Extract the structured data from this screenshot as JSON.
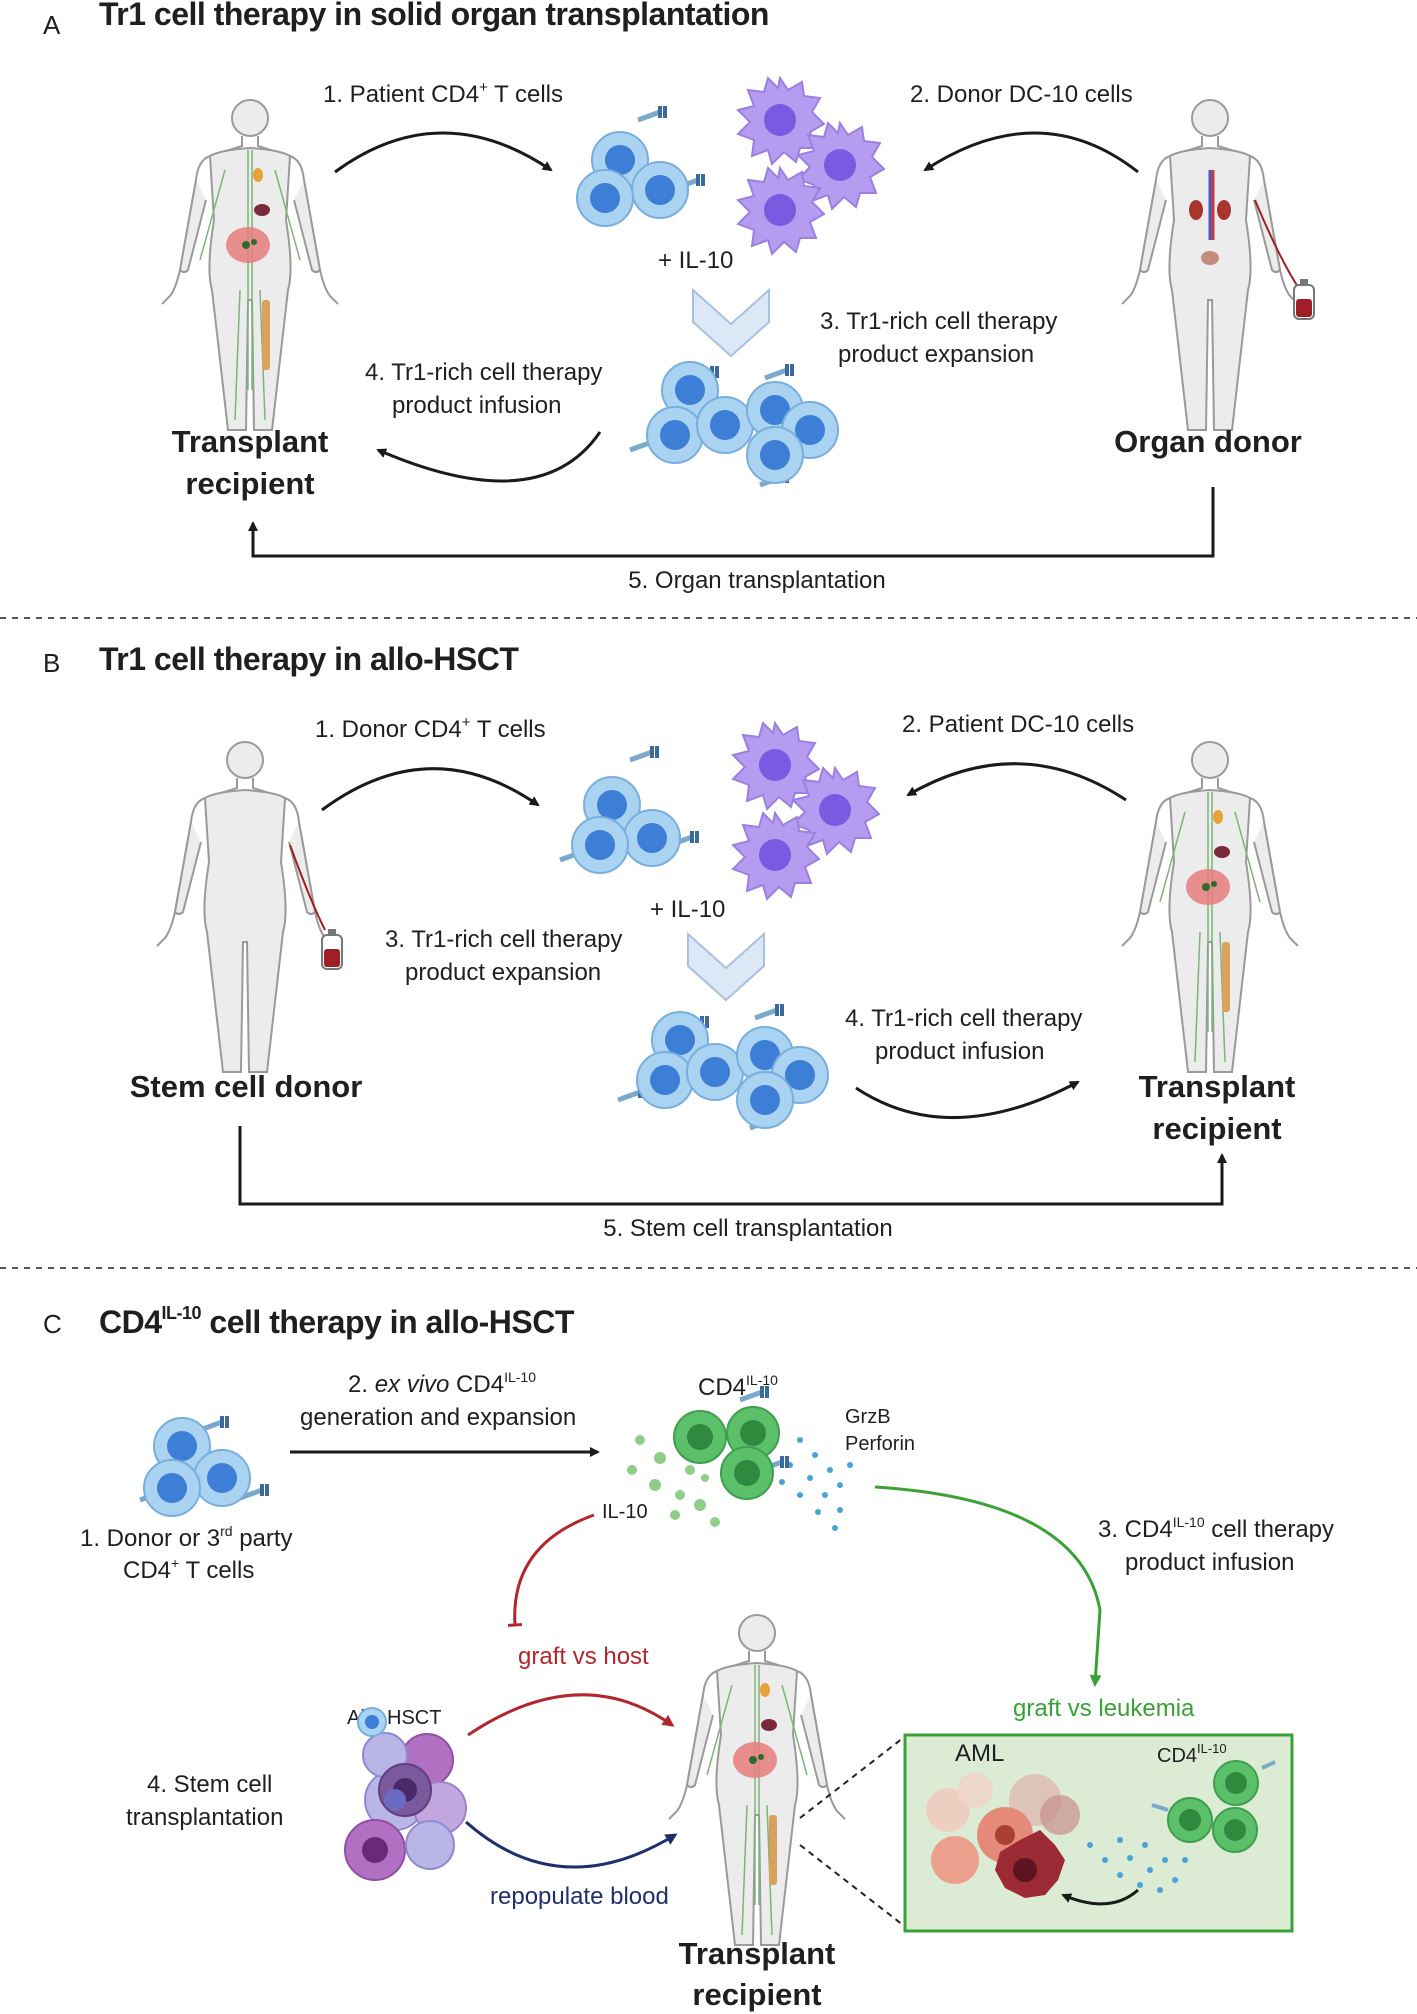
{
  "panel_a": {
    "letter": "A",
    "title": "Tr1 cell therapy in solid organ transplantation",
    "step1_prefix": "1. Patient CD4",
    "step1_sup": "+",
    "step1_suffix": " T cells",
    "step2": "2. Donor DC-10 cells",
    "il10": "+ IL-10",
    "step3_line1": "3. Tr1-rich cell therapy",
    "step3_line2": "product expansion",
    "step4_line1": "4. Tr1-rich cell therapy",
    "step4_line2": "product infusion",
    "recipient_line1": "Transplant",
    "recipient_line2": "recipient",
    "donor": "Organ donor",
    "step5": "5. Organ transplantation"
  },
  "panel_b": {
    "letter": "B",
    "title": "Tr1 cell therapy in allo-HSCT",
    "step1_prefix": "1. Donor CD4",
    "step1_sup": "+",
    "step1_suffix": " T cells",
    "step2": "2. Patient DC-10 cells",
    "il10": "+ IL-10",
    "step3_line1": "3. Tr1-rich cell therapy",
    "step3_line2": "product expansion",
    "step4_line1": "4. Tr1-rich cell therapy",
    "step4_line2": "product infusion",
    "donor": "Stem cell donor",
    "recipient_line1": "Transplant",
    "recipient_line2": "recipient",
    "step5": "5. Stem cell transplantation"
  },
  "panel_c": {
    "letter": "C",
    "title_prefix": "CD4",
    "title_sup": "IL-10",
    "title_suffix": " cell therapy in allo-HSCT",
    "step1_line1_prefix": "1. Donor or 3",
    "step1_line1_sup": "rd",
    "step1_line1_suffix": " party",
    "step1_line2_prefix": "CD4",
    "step1_line2_sup": "+",
    "step1_line2_suffix": " T cells",
    "step2_line1_num": "2. ",
    "step2_line1_italic": "ex vivo",
    "step2_line1_cd4": " CD4",
    "step2_line1_sup": "IL-10",
    "step2_line2": "generation and expansion",
    "cd4_label": "CD4",
    "cd4_sup": "IL-10",
    "grzb": "GrzB",
    "perforin": "Perforin",
    "il10": "IL-10",
    "step3_line1_prefix": "3. CD4",
    "step3_line1_sup": "IL-10",
    "step3_line1_suffix": " cell therapy",
    "step3_line2": "product infusion",
    "graft_vs_host": "graft vs host",
    "graft_vs_leukemia": "graft vs leukemia",
    "allo_hsct": "Allo-HSCT",
    "step4_line1": "4. Stem cell",
    "step4_line2": "transplantation",
    "repopulate": "repopulate blood",
    "aml": "AML",
    "inset_cd4": "CD4",
    "inset_cd4_sup": "IL-10",
    "recipient_line1": "Transplant",
    "recipient_line2": "recipient"
  },
  "colors": {
    "tcell_fill": "#a9d3f0",
    "tcell_nucleus": "#3d7fd6",
    "dc_fill": "#b59cf0",
    "dc_nucleus": "#7a5ae0",
    "green_cell": "#5cbf6a",
    "green_nucleus": "#2f8a3f",
    "red_arrow": "#b3262c",
    "green_arrow": "#3aa136",
    "navy_arrow": "#1f2f6b",
    "inset_bg": "#dcebd3",
    "inset_border": "#3aa136"
  },
  "icons": [
    "human-body-icon",
    "t-cell-icon",
    "dendritic-cell-icon",
    "blood-bag-icon",
    "chevron-down-icon",
    "leukemia-cell-icon",
    "stem-cell-icon"
  ]
}
